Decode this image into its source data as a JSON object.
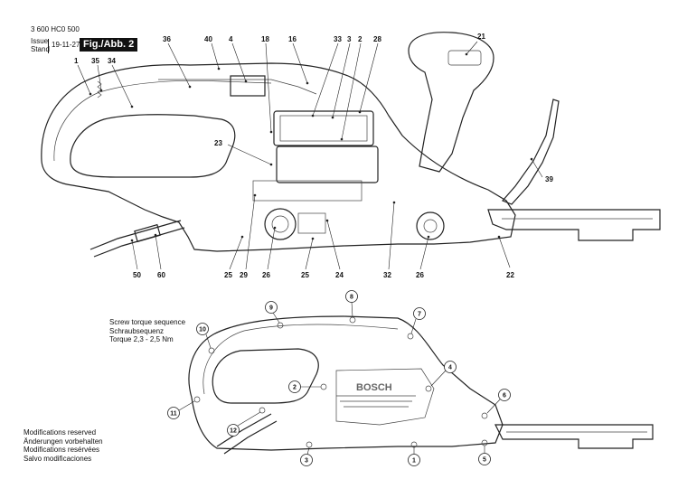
{
  "header": {
    "part_number": "3 600 HC0 500",
    "issue_label": "Issue",
    "stand_label": "Stand",
    "issue_date": "19-11-27",
    "figure_label": "Fig./Abb. 2"
  },
  "torque_note": {
    "line1": "Screw torque sequence",
    "line2": "Schraubsequenz",
    "line3": "Torque 2,3 - 2,5 Nm"
  },
  "footer_note": {
    "line1": "Modifications reserved",
    "line2": "Änderungen vorbehalten",
    "line3": "Modifications resérvées",
    "line4": "Salvo modificaciones"
  },
  "brand_text": "BOSCH",
  "part_callouts": [
    "1",
    "35",
    "34",
    "36",
    "40",
    "4",
    "18",
    "16",
    "33",
    "3",
    "2",
    "28",
    "21",
    "23",
    "39",
    "50",
    "60",
    "25",
    "29",
    "26",
    "25",
    "24",
    "32",
    "26",
    "22"
  ],
  "screw_sequence": [
    "1",
    "2",
    "3",
    "4",
    "5",
    "6",
    "7",
    "8",
    "9",
    "10",
    "11",
    "12"
  ]
}
